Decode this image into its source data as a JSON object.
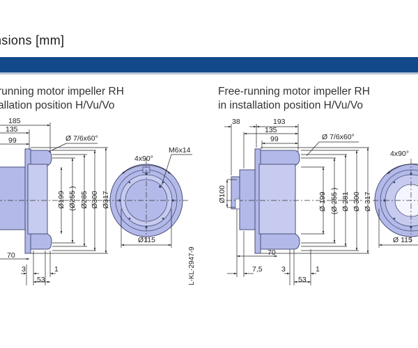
{
  "page": {
    "title": "nsions [mm]"
  },
  "left": {
    "heading_line1": "running motor impeller RH",
    "heading_line2": "allation position H/Vu/Vo",
    "dims": {
      "d185": "185",
      "d135": "135",
      "d99": "99",
      "hole": "Ø 7/6x60°",
      "d199": "Ø199",
      "d255": "(Ø255 )",
      "d285": "Ø285",
      "d300": "Ø300",
      "d317": "Ø317",
      "d70": "70",
      "d3": "3",
      "d1": "1",
      "d53": "53"
    },
    "front": {
      "angle": "4x90°",
      "thread": "M6x14",
      "d115": "Ø115"
    },
    "drawing_code": "L-KL-2947-9"
  },
  "right": {
    "heading_line1": "Free-running motor impeller RH",
    "heading_line2": "in installation position H/Vu/Vo",
    "dims": {
      "d38": "38",
      "d193": "193",
      "d135": "135",
      "d99": "99",
      "hole": "Ø 7/6x60°",
      "d100": "Ø100",
      "d199": "Ø 199",
      "d255": "(Ø 255 )",
      "d281": "Ø 281",
      "d300": "Ø 300",
      "d317": "Ø 317",
      "d70": "70",
      "d7_5": "7,5",
      "d3": "3",
      "d1": "1",
      "d53": "53"
    },
    "front": {
      "angle": "4x90°",
      "d115": "Ø 115"
    }
  },
  "colors": {
    "band": "#13498a",
    "body_fill": "#b3b9e8",
    "body_stroke": "#4a4f7a"
  }
}
